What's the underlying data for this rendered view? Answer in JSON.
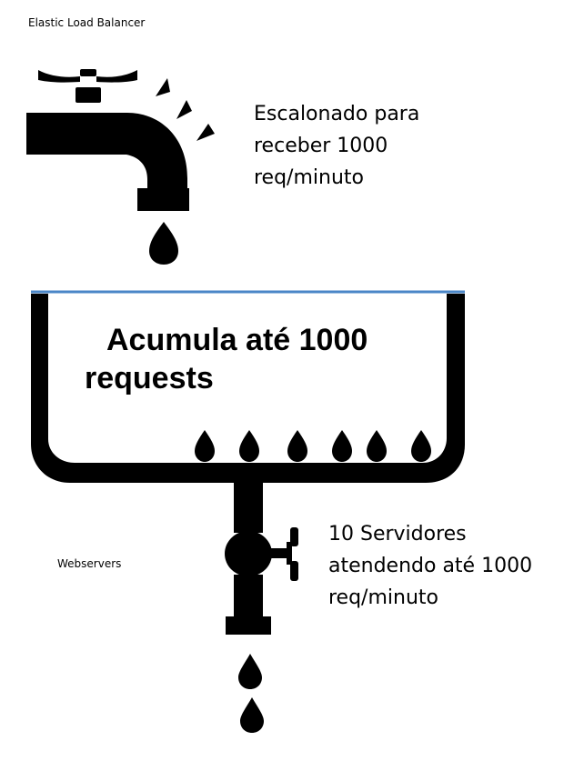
{
  "diagram": {
    "title_top": "Elastic Load Balancer",
    "faucet_caption": [
      "Escalonado para",
      "receber 1000",
      "req/minuto"
    ],
    "basin_caption": [
      "Acumula até 1000",
      "requests"
    ],
    "servers_label": "Webservers",
    "servers_caption": [
      "10 Servidores",
      "atendendo até 1000",
      "req/minuto"
    ]
  },
  "colors": {
    "ink": "#000000",
    "water_line": "#4a86c7",
    "background": "#ffffff"
  },
  "icons": {
    "top_source": "faucet-icon",
    "container": "basin-icon",
    "bottom_valve": "valve-icon",
    "drop": "water-drop-icon",
    "motion_marks": "spray-marks-icon"
  }
}
